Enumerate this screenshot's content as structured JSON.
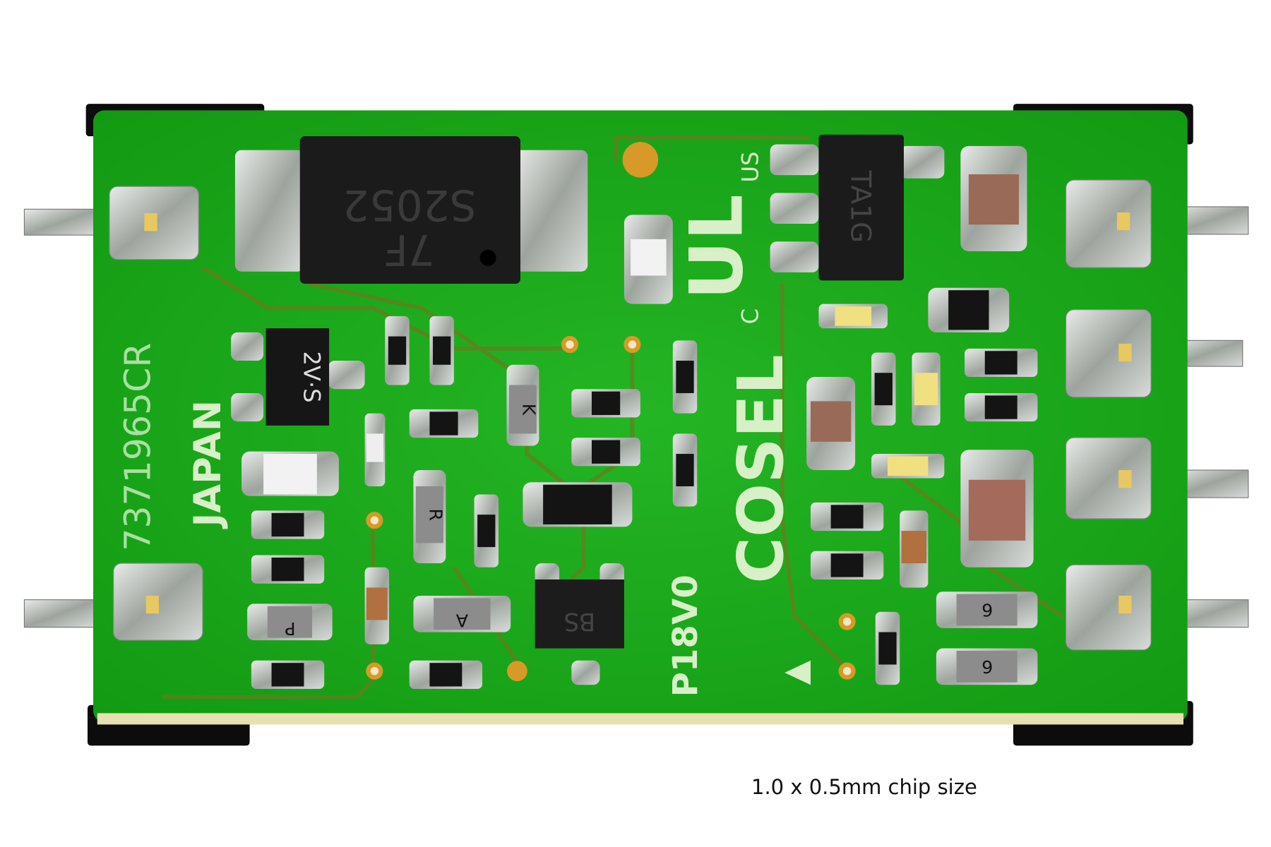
{
  "caption": "1.0 x 0.5mm chip size",
  "board_markings": {
    "ic_main": "S2052",
    "ic_main_sub": "7F",
    "regulator": "TA1G",
    "sot_left": "2V·S",
    "diode_k": "K",
    "diode_r": "R",
    "diode_p": "P",
    "diode_a": "A",
    "transistor_bs": "BS",
    "diode_6a": "6",
    "diode_6b": "6",
    "brand": "COSEL",
    "model": "P18V0",
    "country": "JAPAN",
    "serial": "7371965CR",
    "ul_us": "US",
    "ul_c": "C"
  },
  "colors": {
    "board": "#1fae1f",
    "board_dark": "#128a12",
    "trace": "#6b7a1e",
    "solder": "#c8ccc8",
    "chip_black": "#1a1a1a",
    "silkscreen": "#d8f0c8"
  }
}
